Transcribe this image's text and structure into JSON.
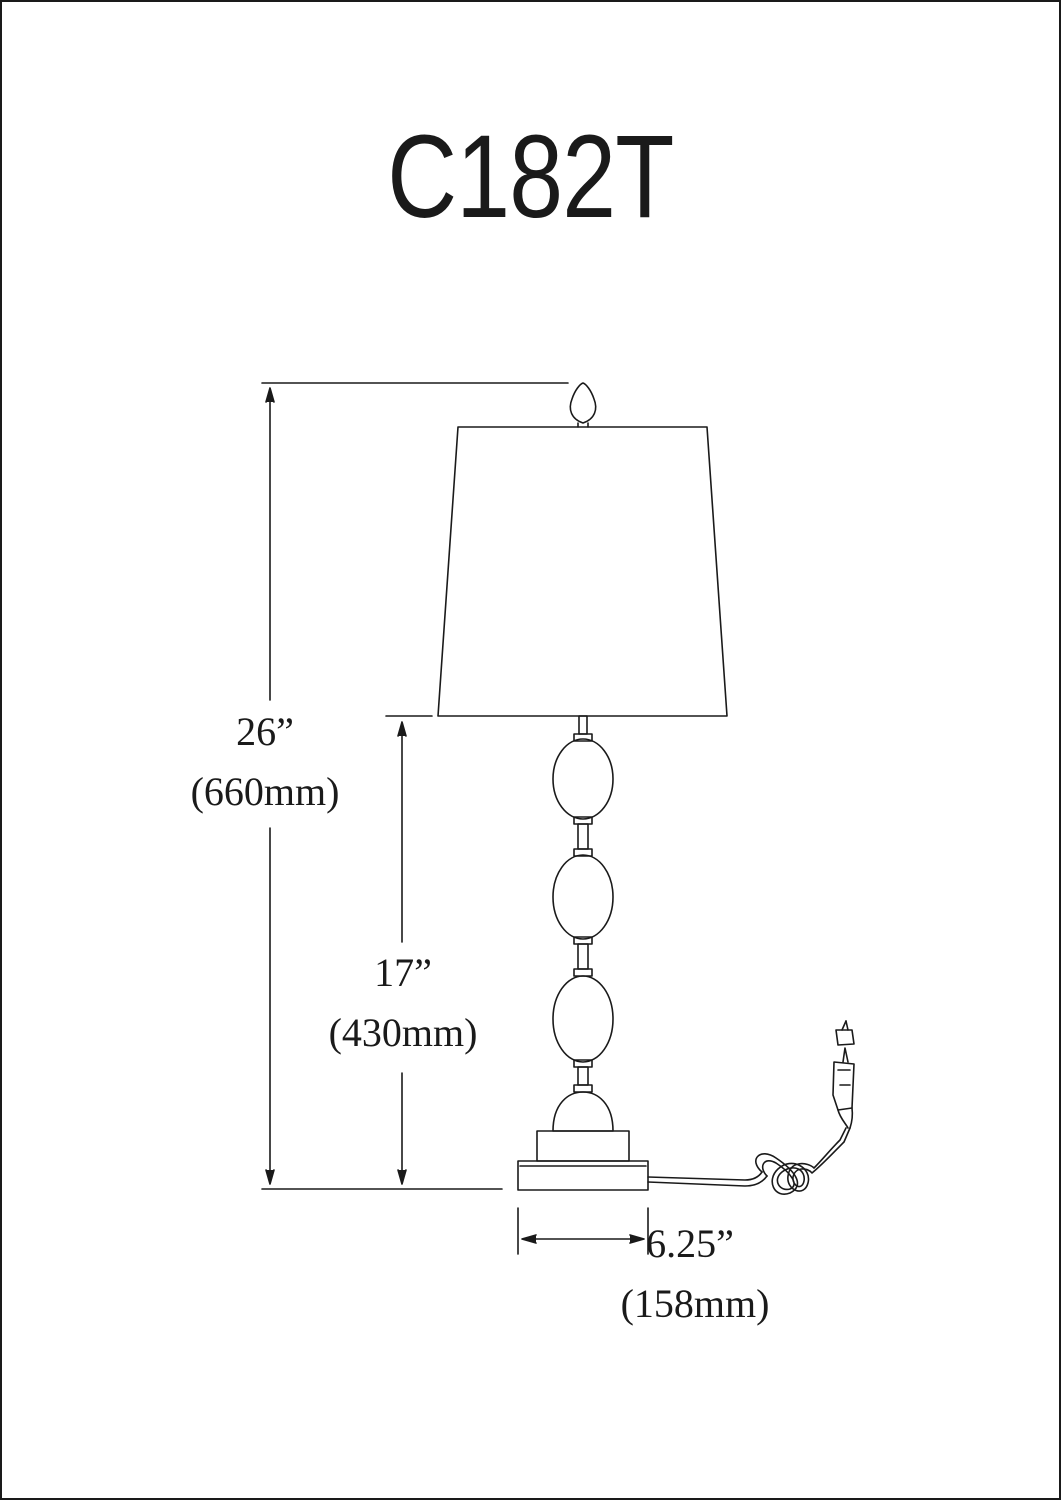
{
  "title": "C182T",
  "dimensions": {
    "overall_height": {
      "imperial": "26”",
      "metric": "(660mm)"
    },
    "base_to_shade_height": {
      "imperial": "17”",
      "metric": "(430mm)"
    },
    "base_width": {
      "imperial": "6.25”",
      "metric": "(158mm)"
    }
  },
  "colors": {
    "line": "#1a1a1a",
    "background": "#ffffff"
  }
}
